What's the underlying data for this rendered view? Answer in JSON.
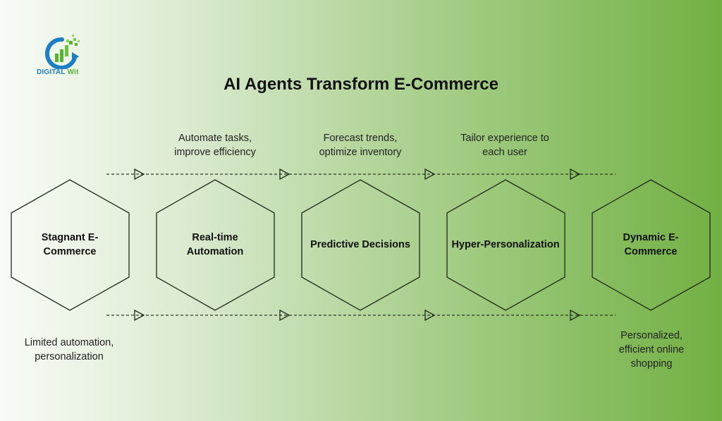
{
  "logo": {
    "brand_primary": "DIGITAL",
    "brand_secondary": "Wit",
    "icon": "growth-chart-arrow-icon",
    "colors": {
      "blue": "#1d7ec2",
      "green": "#56b22f"
    }
  },
  "title": "AI Agents Transform E-Commerce",
  "background": {
    "gradient": [
      "#f8fbf6",
      "#dcebd2",
      "#b6d69e",
      "#92c36e",
      "#72b043"
    ]
  },
  "stages": [
    {
      "label": "Stagnant E-Commerce",
      "line1": "Stagnant E-",
      "line2": "Commerce"
    },
    {
      "label": "Real-time Automation",
      "line1": "Real-time",
      "line2": "Automation"
    },
    {
      "label": "Predictive Decisions",
      "line1": "Predictive Decisions",
      "line2": ""
    },
    {
      "label": "Hyper-Personalization",
      "line1": "Hyper-Personalization",
      "line2": ""
    },
    {
      "label": "Dynamic E-Commerce",
      "line1": "Dynamic E-",
      "line2": "Commerce"
    }
  ],
  "transitions": [
    {
      "line1": "Automate tasks,",
      "line2": "improve efficiency"
    },
    {
      "line1": "Forecast trends,",
      "line2": "optimize inventory"
    },
    {
      "line1": "Tailor experience to",
      "line2": "each user"
    }
  ],
  "start_note": {
    "line1": "Limited automation,",
    "line2": "personalization"
  },
  "end_note": {
    "line1": "Personalized,",
    "line2": "efficient online",
    "line3": "shopping"
  }
}
